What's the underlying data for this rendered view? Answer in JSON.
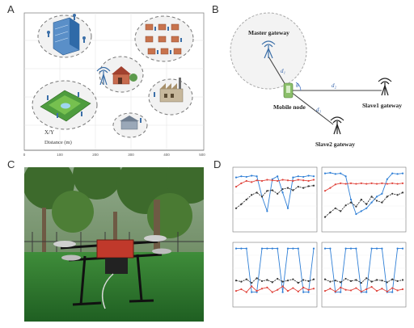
{
  "figure": {
    "panels": {
      "a": {
        "letter": "A",
        "axis_label": "X/Y",
        "xlabel": "Distance (m)",
        "x_ticks": [
          "0",
          "100",
          "200",
          "300",
          "400",
          "500"
        ]
      },
      "b": {
        "letter": "B",
        "labels": {
          "master": "Master gateway",
          "mobile": "Mobile node",
          "slave1": "Slave1 gateway",
          "slave2": "Slave2 gateway"
        },
        "distances": {
          "d1": "d₁",
          "d2": "d₂",
          "d3": "d₃",
          "angle": "θ"
        }
      },
      "c": {
        "letter": "C"
      },
      "d": {
        "letter": "D"
      }
    },
    "colors": {
      "blue": "#2f7fd6",
      "red": "#e0453d",
      "black": "#333333",
      "link": "#444444"
    }
  },
  "chart_data": [
    {
      "type": "line",
      "panel": "D-top-left",
      "series": [
        {
          "values": [
            0.88,
            0.9,
            0.89,
            0.91,
            0.9,
            0.55,
            0.3,
            0.85,
            0.9,
            0.62,
            0.35,
            0.88,
            0.9,
            0.89,
            0.91,
            0.9
          ]
        },
        {
          "values": [
            0.72,
            0.78,
            0.82,
            0.8,
            0.83,
            0.82,
            0.84,
            0.83,
            0.82,
            0.84,
            0.83,
            0.82,
            0.84,
            0.83,
            0.82,
            0.84
          ]
        },
        {
          "values": [
            0.35,
            0.42,
            0.5,
            0.58,
            0.62,
            0.55,
            0.65,
            0.66,
            0.6,
            0.68,
            0.7,
            0.66,
            0.72,
            0.7,
            0.73,
            0.74
          ]
        }
      ]
    },
    {
      "type": "line",
      "panel": "D-top-right",
      "series": [
        {
          "values": [
            0.95,
            0.96,
            0.94,
            0.95,
            0.9,
            0.5,
            0.25,
            0.3,
            0.35,
            0.45,
            0.55,
            0.6,
            0.85,
            0.95,
            0.94,
            0.95
          ]
        },
        {
          "values": [
            0.65,
            0.7,
            0.76,
            0.78,
            0.77,
            0.78,
            0.77,
            0.78,
            0.77,
            0.78,
            0.77,
            0.78,
            0.77,
            0.78,
            0.77,
            0.78
          ]
        },
        {
          "values": [
            0.2,
            0.28,
            0.35,
            0.3,
            0.4,
            0.45,
            0.38,
            0.5,
            0.42,
            0.55,
            0.48,
            0.45,
            0.55,
            0.6,
            0.58,
            0.62
          ]
        }
      ]
    },
    {
      "type": "line",
      "panel": "D-bottom-left",
      "series": [
        {
          "values": [
            0.95,
            0.95,
            0.95,
            0.2,
            0.2,
            0.95,
            0.95,
            0.95,
            0.95,
            0.2,
            0.95,
            0.95,
            0.95,
            0.2,
            0.2,
            0.95
          ]
        },
        {
          "values": [
            0.22,
            0.25,
            0.2,
            0.3,
            0.22,
            0.26,
            0.28,
            0.2,
            0.24,
            0.3,
            0.22,
            0.27,
            0.21,
            0.28,
            0.24,
            0.26
          ]
        },
        {
          "values": [
            0.4,
            0.38,
            0.42,
            0.36,
            0.44,
            0.39,
            0.41,
            0.37,
            0.43,
            0.38,
            0.4,
            0.42,
            0.36,
            0.41,
            0.39,
            0.42
          ]
        }
      ]
    },
    {
      "type": "line",
      "panel": "D-bottom-right",
      "series": [
        {
          "values": [
            0.95,
            0.95,
            0.2,
            0.2,
            0.95,
            0.95,
            0.95,
            0.2,
            0.2,
            0.95,
            0.95,
            0.95,
            0.2,
            0.2,
            0.95,
            0.95
          ]
        },
        {
          "values": [
            0.22,
            0.26,
            0.21,
            0.28,
            0.24,
            0.23,
            0.27,
            0.21,
            0.25,
            0.29,
            0.22,
            0.26,
            0.21,
            0.27,
            0.23,
            0.25
          ]
        },
        {
          "values": [
            0.42,
            0.38,
            0.4,
            0.37,
            0.43,
            0.39,
            0.41,
            0.36,
            0.44,
            0.38,
            0.41,
            0.4,
            0.37,
            0.42,
            0.39,
            0.41
          ]
        }
      ]
    }
  ]
}
